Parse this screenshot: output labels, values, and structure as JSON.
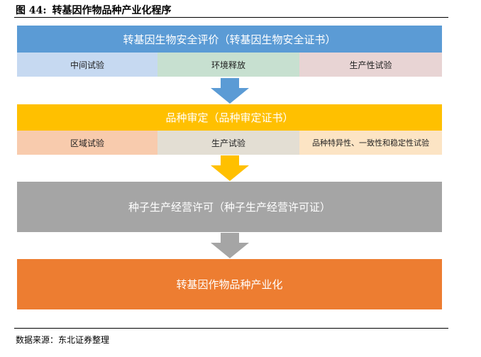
{
  "figure": {
    "number": "图 44:",
    "title": "转基因作物品种产业化程序"
  },
  "stages": {
    "biosafety": {
      "title": "转基因生物安全评价（转基因生物安全证书）",
      "steps": [
        "中间试验",
        "环境释放",
        "生产性试验"
      ],
      "color": "#5b9bd5"
    },
    "variety_approval": {
      "title": "品种审定（品种审定证书）",
      "steps": [
        "区域试验",
        "生产试验",
        "品种特异性、一致性和稳定性试验"
      ],
      "color": "#ffc000"
    },
    "seed_license": {
      "title": "种子生产经营许可（种子生产经营许可证）",
      "color": "#a5a5a5"
    },
    "industrialization": {
      "title": "转基因作物品种产业化",
      "color": "#ed7d31"
    }
  },
  "source": "数据来源：东北证券整理"
}
